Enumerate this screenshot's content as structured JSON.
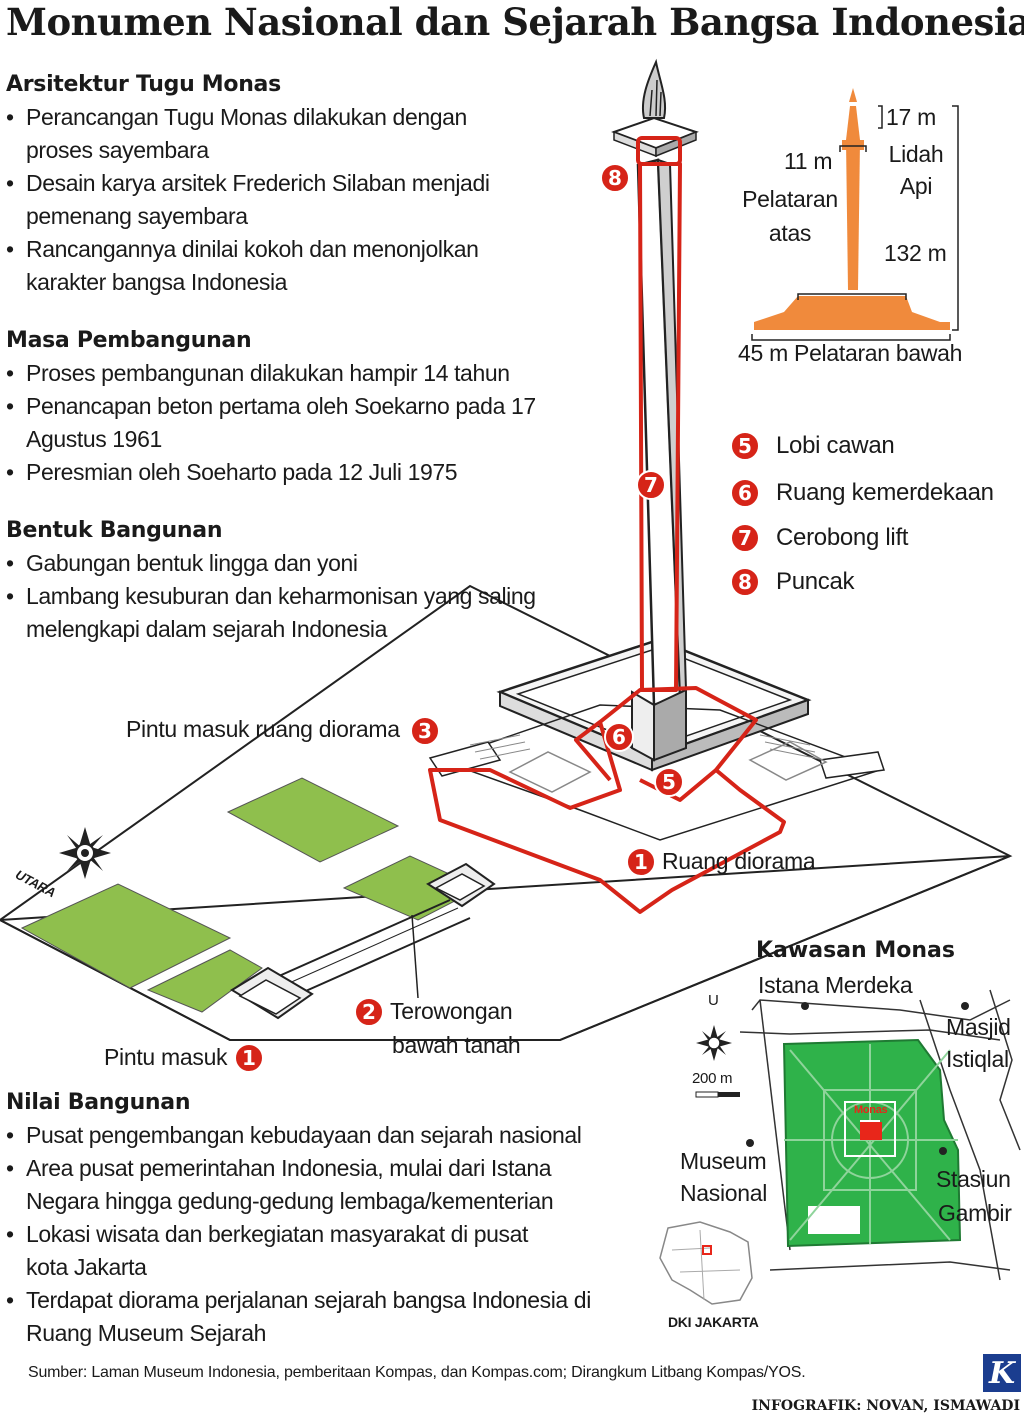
{
  "title": "Monumen Nasional dan Sejarah Bangsa Indonesia",
  "sections": [
    {
      "heading": "Arsitektur Tugu Monas",
      "items": [
        "Perancangan Tugu Monas dilakukan dengan proses sayembara",
        "Desain karya arsitek Frederich Silaban menjadi pemenang sayembara",
        "Rancangannya dinilai kokoh dan menonjolkan karakter bangsa Indonesia"
      ]
    },
    {
      "heading": "Masa Pembangunan",
      "items": [
        "Proses pembangunan dilakukan hampir 14 tahun",
        "Penancapan beton pertama oleh Soekarno pada 17 Agustus 1961",
        "Peresmian oleh Soeharto pada 12 Juli 1975"
      ]
    },
    {
      "heading": "Bentuk Bangunan",
      "items": [
        "Gabungan bentuk lingga dan yoni",
        "Lambang kesuburan dan keharmonisan yang saling melengkapi dalam sejarah Indonesia"
      ]
    },
    {
      "heading": "Nilai Bangunan",
      "items": [
        "Pusat pengembangan kebudayaan dan sejarah nasional",
        "Area pusat pemerintahan Indonesia, mulai dari Istana Negara hingga gedung-gedung lembaga/kementerian",
        "Lokasi wisata dan berkegiatan masyarakat di pusat kota Jakarta",
        "Terdapat diorama perjalanan sejarah bangsa Indonesia di Ruang Museum Sejarah"
      ]
    }
  ],
  "dimensions": {
    "lidah_api": "17 m",
    "lidah_api_label": "Lidah Api",
    "pelataran_atas": "11 m",
    "pelataran_atas_label": "Pelataran atas",
    "tinggi_tugu": "132 m",
    "pelataran_bawah": "45 m Pelataran bawah"
  },
  "legend": [
    {
      "num": "5",
      "label": "Lobi cawan"
    },
    {
      "num": "6",
      "label": "Ruang kemerdekaan"
    },
    {
      "num": "7",
      "label": "Cerobong lift"
    },
    {
      "num": "8",
      "label": "Puncak"
    }
  ],
  "callouts": {
    "pintu_masuk_ruang_diorama": "Pintu masuk ruang diorama",
    "ruang_diorama": "Ruang diorama",
    "terowongan": "Terowongan",
    "bawah_tanah": "bawah tanah",
    "pintu_masuk": "Pintu masuk",
    "utara": "UTARA"
  },
  "map": {
    "title": "Kawasan Monas",
    "istana": "Istana Merdeka",
    "masjid": "Masjid",
    "istiqlal": "Istiqlal",
    "museum": "Museum",
    "nasional": "Nasional",
    "stasiun": "Stasiun",
    "gambir": "Gambir",
    "monas": "Monas",
    "north": "U",
    "scale": "200 m",
    "dki": "DKI JAKARTA"
  },
  "colors": {
    "accent_red": "#d62418",
    "orange": "#f08a3c",
    "green": "#8fbf4d",
    "map_green": "#2fb24a"
  },
  "source": "Sumber: Laman Museum Indonesia, pemberitaan Kompas, dan Kompas.com; Dirangkum Litbang Kompas/YOS.",
  "credit": "INFOGRAFIK: NOVAN, ISMAWADI",
  "logo": "K"
}
